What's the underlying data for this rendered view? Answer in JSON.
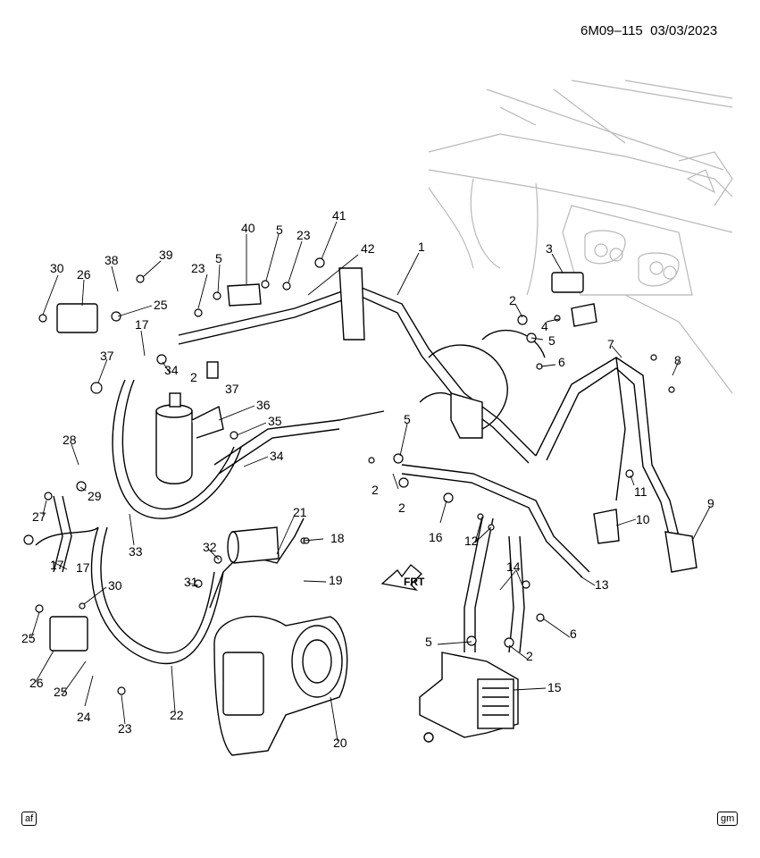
{
  "header": {
    "diagram_id": "6M09–115",
    "date": "03/03/2023"
  },
  "footer": {
    "left_tag": "af",
    "right_tag": "gm"
  },
  "arrow_label": "FRT",
  "callouts": [
    {
      "t": "30"
    },
    {
      "t": "26"
    },
    {
      "t": "38"
    },
    {
      "t": "39"
    },
    {
      "t": "25"
    },
    {
      "t": "17"
    },
    {
      "t": "37"
    },
    {
      "t": "34"
    },
    {
      "t": "2"
    },
    {
      "t": "37"
    },
    {
      "t": "23"
    },
    {
      "t": "5"
    },
    {
      "t": "40"
    },
    {
      "t": "5"
    },
    {
      "t": "23"
    },
    {
      "t": "41"
    },
    {
      "t": "42"
    },
    {
      "t": "1"
    },
    {
      "t": "3"
    },
    {
      "t": "2"
    },
    {
      "t": "4"
    },
    {
      "t": "5"
    },
    {
      "t": "6"
    },
    {
      "t": "7"
    },
    {
      "t": "8"
    },
    {
      "t": "36"
    },
    {
      "t": "35"
    },
    {
      "t": "34"
    },
    {
      "t": "28"
    },
    {
      "t": "29"
    },
    {
      "t": "27"
    },
    {
      "t": "17"
    },
    {
      "t": "2"
    },
    {
      "t": "5"
    },
    {
      "t": "2"
    },
    {
      "t": "16"
    },
    {
      "t": "12"
    },
    {
      "t": "11"
    },
    {
      "t": "10"
    },
    {
      "t": "9"
    },
    {
      "t": "33"
    },
    {
      "t": "32"
    },
    {
      "t": "21"
    },
    {
      "t": "18"
    },
    {
      "t": "31"
    },
    {
      "t": "19"
    },
    {
      "t": "17"
    },
    {
      "t": "30"
    },
    {
      "t": "14"
    },
    {
      "t": "13"
    },
    {
      "t": "25"
    },
    {
      "t": "26"
    },
    {
      "t": "25"
    },
    {
      "t": "24"
    },
    {
      "t": "23"
    },
    {
      "t": "22"
    },
    {
      "t": "20"
    },
    {
      "t": "6"
    },
    {
      "t": "5"
    },
    {
      "t": "2"
    },
    {
      "t": "15"
    }
  ]
}
